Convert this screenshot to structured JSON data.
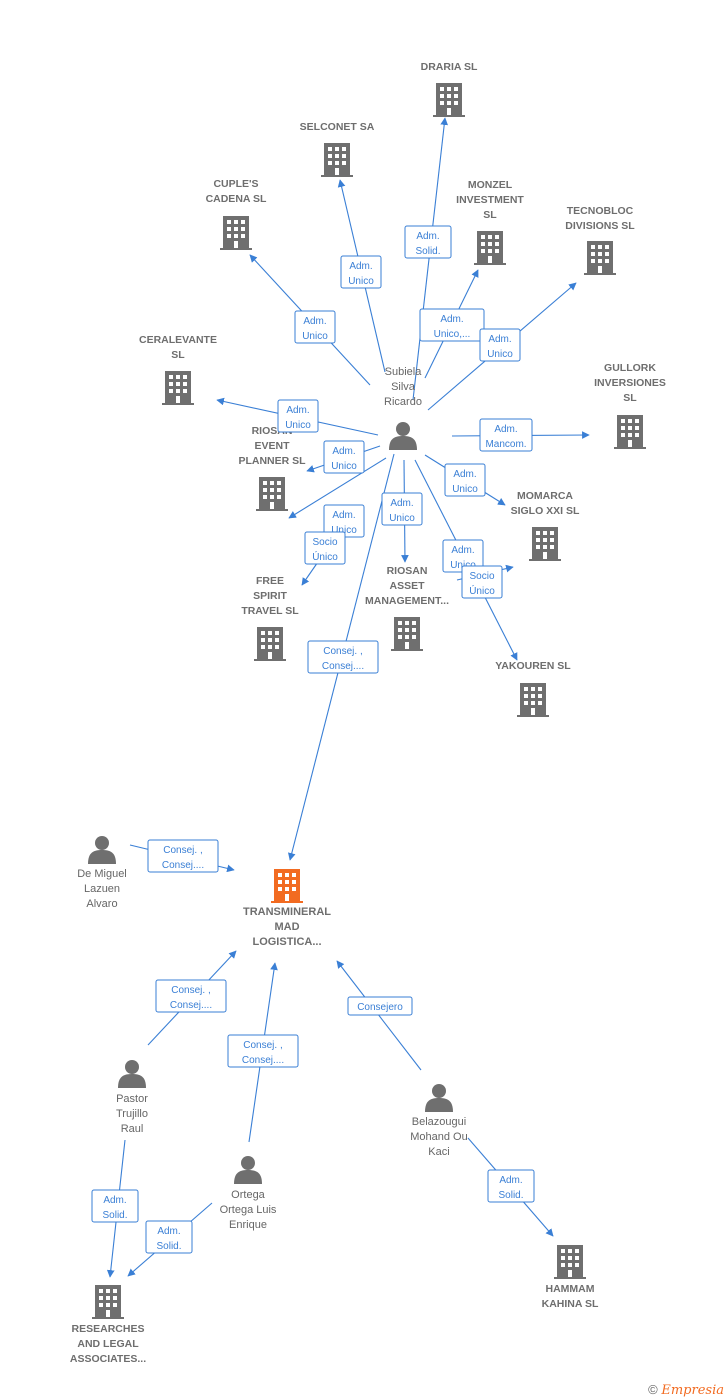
{
  "colors": {
    "edge": "#3a7fd5",
    "building": "#6f6f6f",
    "center": "#f26b21",
    "person": "#6f6f6f"
  },
  "footer": {
    "copyright": "©",
    "brand": "Empresia"
  },
  "nodes": [
    {
      "id": "draria",
      "type": "company",
      "label": [
        "DRARIA SL"
      ]
    },
    {
      "id": "selconet",
      "type": "company",
      "label": [
        "SELCONET SA"
      ]
    },
    {
      "id": "cuples",
      "type": "company",
      "label": [
        "CUPLE'S",
        "CADENA SL"
      ]
    },
    {
      "id": "monzel",
      "type": "company",
      "label": [
        "MONZEL",
        "INVESTMENT",
        "SL"
      ]
    },
    {
      "id": "tecnobloc",
      "type": "company",
      "label": [
        "TECNOBLOC",
        "DIVISIONS  SL"
      ]
    },
    {
      "id": "ceralevante",
      "type": "company",
      "label": [
        "CERALEVANTE",
        "SL"
      ]
    },
    {
      "id": "gullork",
      "type": "company",
      "label": [
        "GULLORK",
        "INVERSIONES",
        "SL"
      ]
    },
    {
      "id": "riosan_event",
      "type": "company",
      "label": [
        "RIOSAN",
        "EVENT",
        "PLANNER  SL"
      ]
    },
    {
      "id": "momarca",
      "type": "company",
      "label": [
        "MOMARCA",
        "SIGLO XXI SL"
      ]
    },
    {
      "id": "free_spirit",
      "type": "company",
      "label": [
        "FREE",
        "SPIRIT",
        "TRAVEL  SL"
      ]
    },
    {
      "id": "riosan_asset",
      "type": "company",
      "label": [
        "RIOSAN",
        "ASSET",
        "MANAGEMENT..."
      ]
    },
    {
      "id": "yakouren",
      "type": "company",
      "label": [
        "YAKOUREN  SL"
      ]
    },
    {
      "id": "transmineral",
      "type": "center",
      "label": [
        "TRANSMINERAL",
        "MAD",
        "LOGISTICA..."
      ]
    },
    {
      "id": "hammam",
      "type": "company",
      "label": [
        "HAMMAM",
        "KAHINA  SL"
      ]
    },
    {
      "id": "researches",
      "type": "company",
      "label": [
        "RESEARCHES",
        "AND LEGAL",
        "ASSOCIATES..."
      ]
    },
    {
      "id": "subiela",
      "type": "person",
      "label": [
        "Subiela",
        "Silva",
        "Ricardo"
      ]
    },
    {
      "id": "demiguel",
      "type": "person",
      "label": [
        "De Miguel",
        "Lazuen",
        "Alvaro"
      ]
    },
    {
      "id": "pastor",
      "type": "person",
      "label": [
        "Pastor",
        "Trujillo",
        "Raul"
      ]
    },
    {
      "id": "ortega",
      "type": "person",
      "label": [
        "Ortega",
        "Ortega Luis",
        "Enrique"
      ]
    },
    {
      "id": "belazougui",
      "type": "person",
      "label": [
        "Belazougui",
        "Mohand Ou",
        "Kaci"
      ]
    }
  ],
  "edges": [
    {
      "from": "subiela",
      "to": "draria",
      "label": [
        "Adm.",
        "Solid."
      ]
    },
    {
      "from": "subiela",
      "to": "selconet",
      "label": [
        "Adm.",
        "Unico"
      ]
    },
    {
      "from": "subiela",
      "to": "cuples",
      "label": [
        "Adm.",
        "Unico"
      ]
    },
    {
      "from": "subiela",
      "to": "monzel",
      "label": [
        "Adm.",
        "Unico,..."
      ]
    },
    {
      "from": "subiela",
      "to": "tecnobloc",
      "label": [
        "Adm.",
        "Unico"
      ]
    },
    {
      "from": "subiela",
      "to": "ceralevante",
      "label": [
        "Adm.",
        "Unico"
      ]
    },
    {
      "from": "subiela",
      "to": "gullork",
      "label": [
        "Adm.",
        "Mancom."
      ]
    },
    {
      "from": "subiela",
      "to": "riosan_event",
      "label": [
        "Adm.",
        "Unico"
      ]
    },
    {
      "from": "subiela",
      "to": "momarca",
      "label": [
        "Adm.",
        "Unico"
      ]
    },
    {
      "from": "subiela",
      "to": "free_spirit",
      "label": [
        "Adm.",
        "Unico"
      ]
    },
    {
      "from": "subiela",
      "to": "free_spirit",
      "label": [
        "Socio",
        "Único"
      ]
    },
    {
      "from": "subiela",
      "to": "riosan_asset",
      "label": [
        "Adm.",
        "Unico"
      ]
    },
    {
      "from": "subiela",
      "to": "yakouren",
      "label": [
        "Adm.",
        "Unico"
      ]
    },
    {
      "from": "subiela",
      "to": "momarca",
      "label": [
        "Socio",
        "Único"
      ]
    },
    {
      "from": "subiela",
      "to": "transmineral",
      "label": [
        "Consej. ,",
        "Consej...."
      ]
    },
    {
      "from": "demiguel",
      "to": "transmineral",
      "label": [
        "Consej. ,",
        "Consej...."
      ]
    },
    {
      "from": "pastor",
      "to": "transmineral",
      "label": [
        "Consej. ,",
        "Consej...."
      ]
    },
    {
      "from": "ortega",
      "to": "transmineral",
      "label": [
        "Consej. ,",
        "Consej...."
      ]
    },
    {
      "from": "belazougui",
      "to": "transmineral",
      "label": [
        "Consejero"
      ]
    },
    {
      "from": "belazougui",
      "to": "hammam",
      "label": [
        "Adm.",
        "Solid."
      ]
    },
    {
      "from": "pastor",
      "to": "researches",
      "label": [
        "Adm.",
        "Solid."
      ]
    },
    {
      "from": "ortega",
      "to": "researches",
      "label": [
        "Adm.",
        "Solid."
      ]
    }
  ]
}
